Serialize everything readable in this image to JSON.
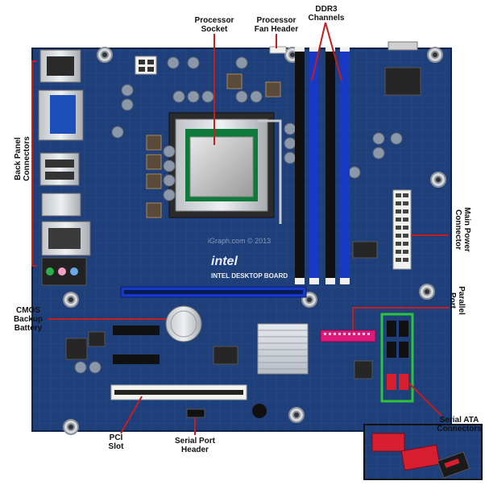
{
  "labels": {
    "processor_socket": [
      "Processor",
      "Socket"
    ],
    "processor_fan_header": [
      "Processor",
      "Fan Header"
    ],
    "ddr3_channels": [
      "DDR3",
      "Channels"
    ],
    "back_panel_connectors": [
      "Back Panel",
      "Connectors"
    ],
    "main_power_connector": [
      "Main",
      "Power",
      "Connector"
    ],
    "parallel_port": [
      "Parallel",
      "Port"
    ],
    "cmos_backup_battery": [
      "CMOS",
      "Backup",
      "Battery"
    ],
    "pci_slot": [
      "PCI",
      "Slot"
    ],
    "serial_port_header": [
      "Serial Port",
      "Header"
    ],
    "serial_ata_connectors": [
      "Serial ATA",
      "Connectors"
    ]
  },
  "board_text": {
    "brand": "intel",
    "model": "INTEL DESKTOP BOARD",
    "watermark": "iGraph.com © 2013"
  },
  "colors": {
    "pcb": "#1f3f7a",
    "pcb_dark": "#15305f",
    "callout_red": "#c41e1e",
    "sata_red": "#d81f2f",
    "sata_highlight": "#2ec43a",
    "dimm_blue": "#1739c4",
    "dimm_black": "#111111",
    "parallel_pink": "#e0187a"
  }
}
